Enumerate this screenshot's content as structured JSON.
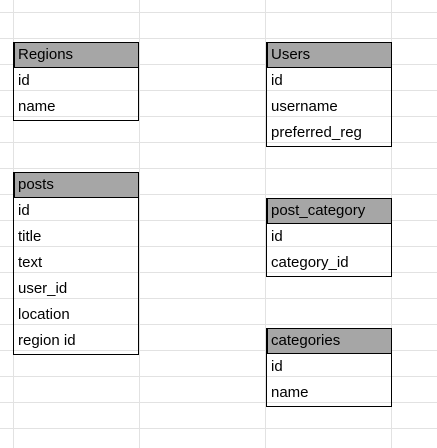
{
  "tables": {
    "regions": {
      "title": "Regions",
      "fields": [
        "id",
        "name"
      ]
    },
    "users": {
      "title": "Users",
      "fields": [
        "id",
        "username",
        "preferred_reg"
      ]
    },
    "posts": {
      "title": "posts",
      "fields": [
        "id",
        "title",
        "text",
        "user_id",
        "location",
        "region id"
      ]
    },
    "post_category": {
      "title": "post_category",
      "fields": [
        "id",
        "category_id"
      ]
    },
    "categories": {
      "title": "categories",
      "fields": [
        "id",
        "name"
      ]
    }
  },
  "colors": {
    "header_fill": "#a6a6a6",
    "border": "#000000",
    "gridline": "#e2e2e2"
  }
}
